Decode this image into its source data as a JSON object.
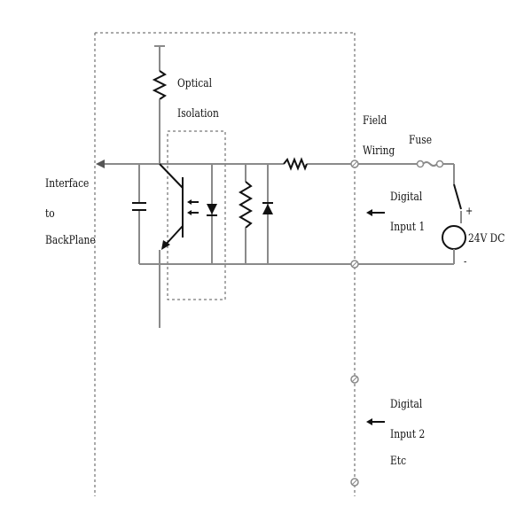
{
  "labels": {
    "optical_isolation": [
      "Optical",
      "Isolation"
    ],
    "field_wiring": [
      "Field",
      "Wiring"
    ],
    "fuse": "Fuse",
    "interface": [
      "Interface",
      "to",
      "BackPlane"
    ],
    "digital_input_1": [
      "Digital",
      "Input 1"
    ],
    "supply": "24V DC",
    "plus": "+",
    "minus": "-",
    "digital_input_2": [
      "Digital",
      "Input 2",
      "Etc"
    ]
  }
}
